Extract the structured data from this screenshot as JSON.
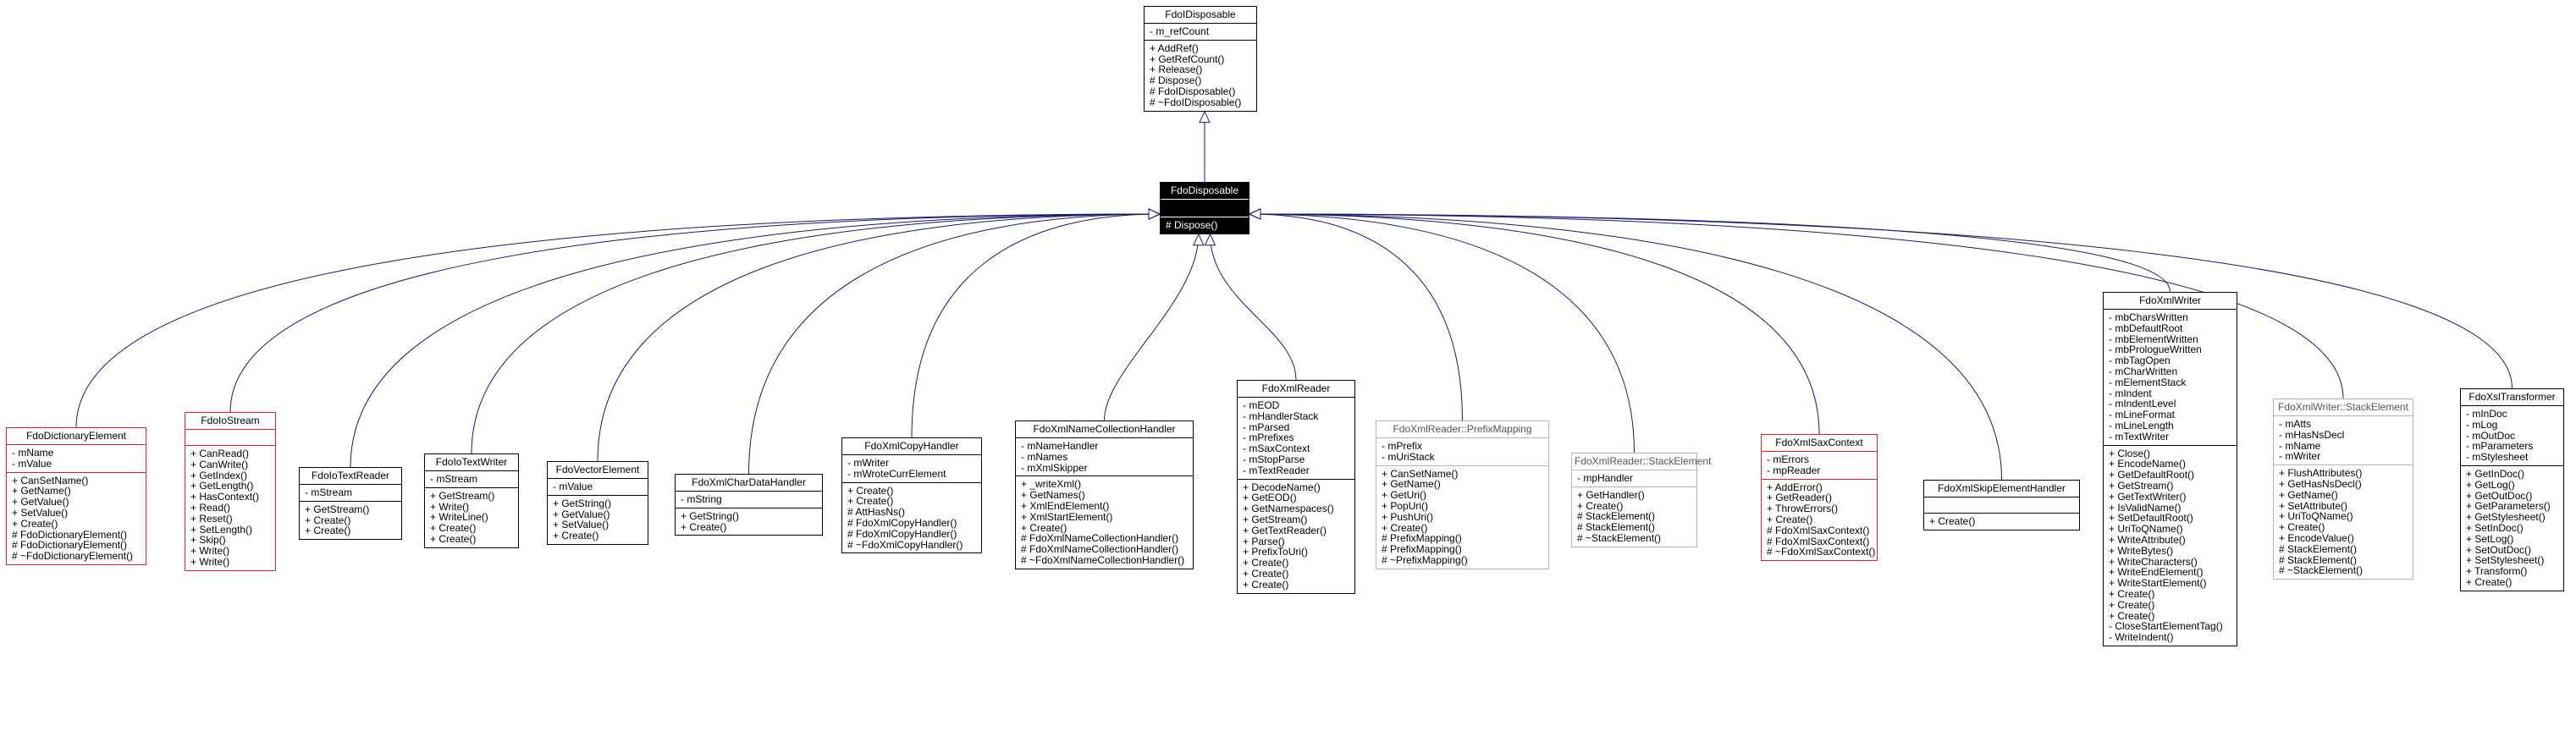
{
  "root": {
    "name": "FdoIDisposable",
    "attributes": [
      "- m_refCount"
    ],
    "methods": [
      "+ AddRef()",
      "+ GetRefCount()",
      "+ Release()",
      "# Dispose()",
      "# FdoIDisposable()",
      "# ~FdoIDisposable()"
    ]
  },
  "focus": {
    "name": "FdoDisposable",
    "attributes": [],
    "methods": [
      "# Dispose()"
    ]
  },
  "classes": [
    {
      "id": "c0",
      "name": "FdoDictionaryElement",
      "attributes": [
        "- mName",
        "- mValue"
      ],
      "methods": [
        "+ CanSetName()",
        "+ GetName()",
        "+ GetValue()",
        "+ SetValue()",
        "+ Create()",
        "# FdoDictionaryElement()",
        "# FdoDictionaryElement()",
        "# ~FdoDictionaryElement()"
      ]
    },
    {
      "id": "c1",
      "name": "FdoIoStream",
      "attributes": [],
      "methods": [
        "+ CanRead()",
        "+ CanWrite()",
        "+ GetIndex()",
        "+ GetLength()",
        "+ HasContext()",
        "+ Read()",
        "+ Reset()",
        "+ SetLength()",
        "+ Skip()",
        "+ Write()",
        "+ Write()"
      ]
    },
    {
      "id": "c2",
      "name": "FdoIoTextReader",
      "attributes": [
        "- mStream"
      ],
      "methods": [
        "+ GetStream()",
        "+ Create()",
        "+ Create()"
      ]
    },
    {
      "id": "c3",
      "name": "FdoIoTextWriter",
      "attributes": [
        "- mStream"
      ],
      "methods": [
        "+ GetStream()",
        "+ Write()",
        "+ WriteLine()",
        "+ Create()",
        "+ Create()"
      ]
    },
    {
      "id": "c4",
      "name": "FdoVectorElement",
      "attributes": [
        "- mValue"
      ],
      "methods": [
        "+ GetString()",
        "+ GetValue()",
        "+ SetValue()",
        "+ Create()"
      ]
    },
    {
      "id": "c5",
      "name": "FdoXmlCharDataHandler",
      "attributes": [
        "- mString"
      ],
      "methods": [
        "+ GetString()",
        "+ Create()"
      ]
    },
    {
      "id": "c6",
      "name": "FdoXmlCopyHandler",
      "attributes": [
        "- mWriter",
        "- mWroteCurrElement"
      ],
      "methods": [
        "+ Create()",
        "+ Create()",
        "# AttHasNs()",
        "# FdoXmlCopyHandler()",
        "# FdoXmlCopyHandler()",
        "# ~FdoXmlCopyHandler()"
      ]
    },
    {
      "id": "c7",
      "name": "FdoXmlNameCollectionHandler",
      "attributes": [
        "- mNameHandler",
        "- mNames",
        "- mXmlSkipper"
      ],
      "methods": [
        "+ _writeXml()",
        "+ GetNames()",
        "+ XmlEndElement()",
        "+ XmlStartElement()",
        "+ Create()",
        "# FdoXmlNameCollectionHandler()",
        "# FdoXmlNameCollectionHandler()",
        "# ~FdoXmlNameCollectionHandler()"
      ]
    },
    {
      "id": "c8",
      "name": "FdoXmlReader",
      "attributes": [
        "- mEOD",
        "- mHandlerStack",
        "- mParsed",
        "- mPrefixes",
        "- mSaxContext",
        "- mStopParse",
        "- mTextReader"
      ],
      "methods": [
        "+ DecodeName()",
        "+ GetEOD()",
        "+ GetNamespaces()",
        "+ GetStream()",
        "+ GetTextReader()",
        "+ Parse()",
        "+ PrefixToUri()",
        "+ Create()",
        "+ Create()",
        "+ Create()"
      ]
    },
    {
      "id": "c9",
      "name": "FdoXmlReader::PrefixMapping",
      "attributes": [
        "- mPrefix",
        "- mUriStack"
      ],
      "methods": [
        "+ CanSetName()",
        "+ GetName()",
        "+ GetUri()",
        "+ PopUri()",
        "+ PushUri()",
        "+ Create()",
        "# PrefixMapping()",
        "# PrefixMapping()",
        "# ~PrefixMapping()"
      ]
    },
    {
      "id": "c10",
      "name": "FdoXmlReader::StackElement",
      "attributes": [
        "- mpHandler"
      ],
      "methods": [
        "+ GetHandler()",
        "+ Create()",
        "# StackElement()",
        "# StackElement()",
        "# ~StackElement()"
      ]
    },
    {
      "id": "c11",
      "name": "FdoXmlSaxContext",
      "attributes": [
        "- mErrors",
        "- mpReader"
      ],
      "methods": [
        "+ AddError()",
        "+ GetReader()",
        "+ ThrowErrors()",
        "+ Create()",
        "# FdoXmlSaxContext()",
        "# FdoXmlSaxContext()",
        "# ~FdoXmlSaxContext()"
      ]
    },
    {
      "id": "c12",
      "name": "FdoXmlSkipElementHandler",
      "attributes": [],
      "methods": [
        "+ Create()"
      ]
    },
    {
      "id": "c13",
      "name": "FdoXmlWriter",
      "attributes": [
        "- mbCharsWritten",
        "- mbDefaultRoot",
        "- mbElementWritten",
        "- mbPrologueWritten",
        "- mbTagOpen",
        "- mCharWritten",
        "- mElementStack",
        "- mIndent",
        "- mIndentLevel",
        "- mLineFormat",
        "- mLineLength",
        "- mTextWriter"
      ],
      "methods": [
        "+ Close()",
        "+ EncodeName()",
        "+ GetDefaultRoot()",
        "+ GetStream()",
        "+ GetTextWriter()",
        "+ IsValidName()",
        "+ SetDefaultRoot()",
        "+ UriToQName()",
        "+ WriteAttribute()",
        "+ WriteBytes()",
        "+ WriteCharacters()",
        "+ WriteEndElement()",
        "+ WriteStartElement()",
        "+ Create()",
        "+ Create()",
        "+ Create()",
        "- CloseStartElementTag()",
        "- WriteIndent()"
      ]
    },
    {
      "id": "c14",
      "name": "FdoXmlWriter::StackElement",
      "attributes": [
        "- mAtts",
        "- mHasNsDecl",
        "- mName",
        "- mWriter"
      ],
      "methods": [
        "+ FlushAttributes()",
        "+ GetHasNsDecl()",
        "+ GetName()",
        "+ SetAttribute()",
        "+ UriToQName()",
        "+ Create()",
        "+ EncodeValue()",
        "# StackElement()",
        "# StackElement()",
        "# ~StackElement()"
      ]
    },
    {
      "id": "c15",
      "name": "FdoXslTransformer",
      "attributes": [
        "- mInDoc",
        "- mLog",
        "- mOutDoc",
        "- mParameters",
        "- mStylesheet"
      ],
      "methods": [
        "+ GetInDoc()",
        "+ GetLog()",
        "+ GetOutDoc()",
        "+ GetParameters()",
        "+ GetStylesheet()",
        "+ SetInDoc()",
        "+ SetLog()",
        "+ SetOutDoc()",
        "+ SetStylesheet()",
        "+ Transform()",
        "+ Create()"
      ]
    }
  ],
  "colors": {
    "edge": "#191970",
    "red_border": "#e8202a",
    "gray_border": "#b4b4b4",
    "focus_bg": "#000000"
  }
}
